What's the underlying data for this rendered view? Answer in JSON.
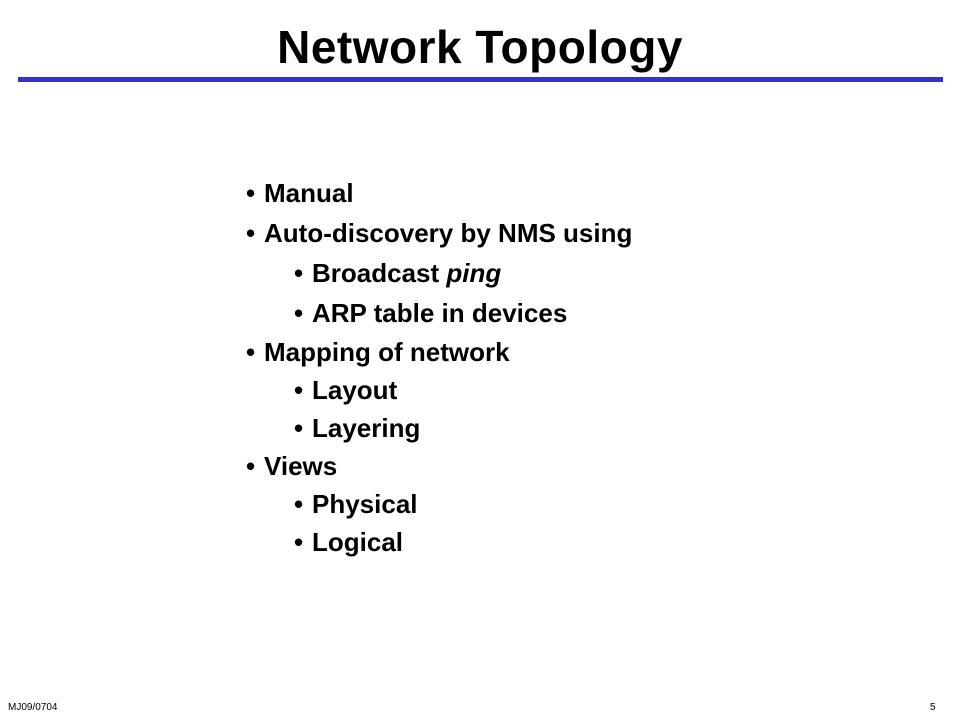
{
  "slide": {
    "title": "Network Topology",
    "accent_color": "#3333cc",
    "bullet_glyph": "•",
    "items": [
      {
        "level": 1,
        "text": "Manual"
      },
      {
        "level": 1,
        "text": "Auto-discovery by NMS using"
      },
      {
        "level": 2,
        "text": "Broadcast ",
        "italic": "ping"
      },
      {
        "level": 2,
        "text": "ARP table in devices"
      },
      {
        "level": 1,
        "text": "Mapping of network"
      },
      {
        "level": 2,
        "text": "Layout"
      },
      {
        "level": 2,
        "text": "Layering"
      },
      {
        "level": 1,
        "text": "Views"
      },
      {
        "level": 2,
        "text": "Physical"
      },
      {
        "level": 2,
        "text": "Logical"
      }
    ]
  },
  "footer": {
    "code": "MJ09/0704",
    "page_number": "5"
  }
}
